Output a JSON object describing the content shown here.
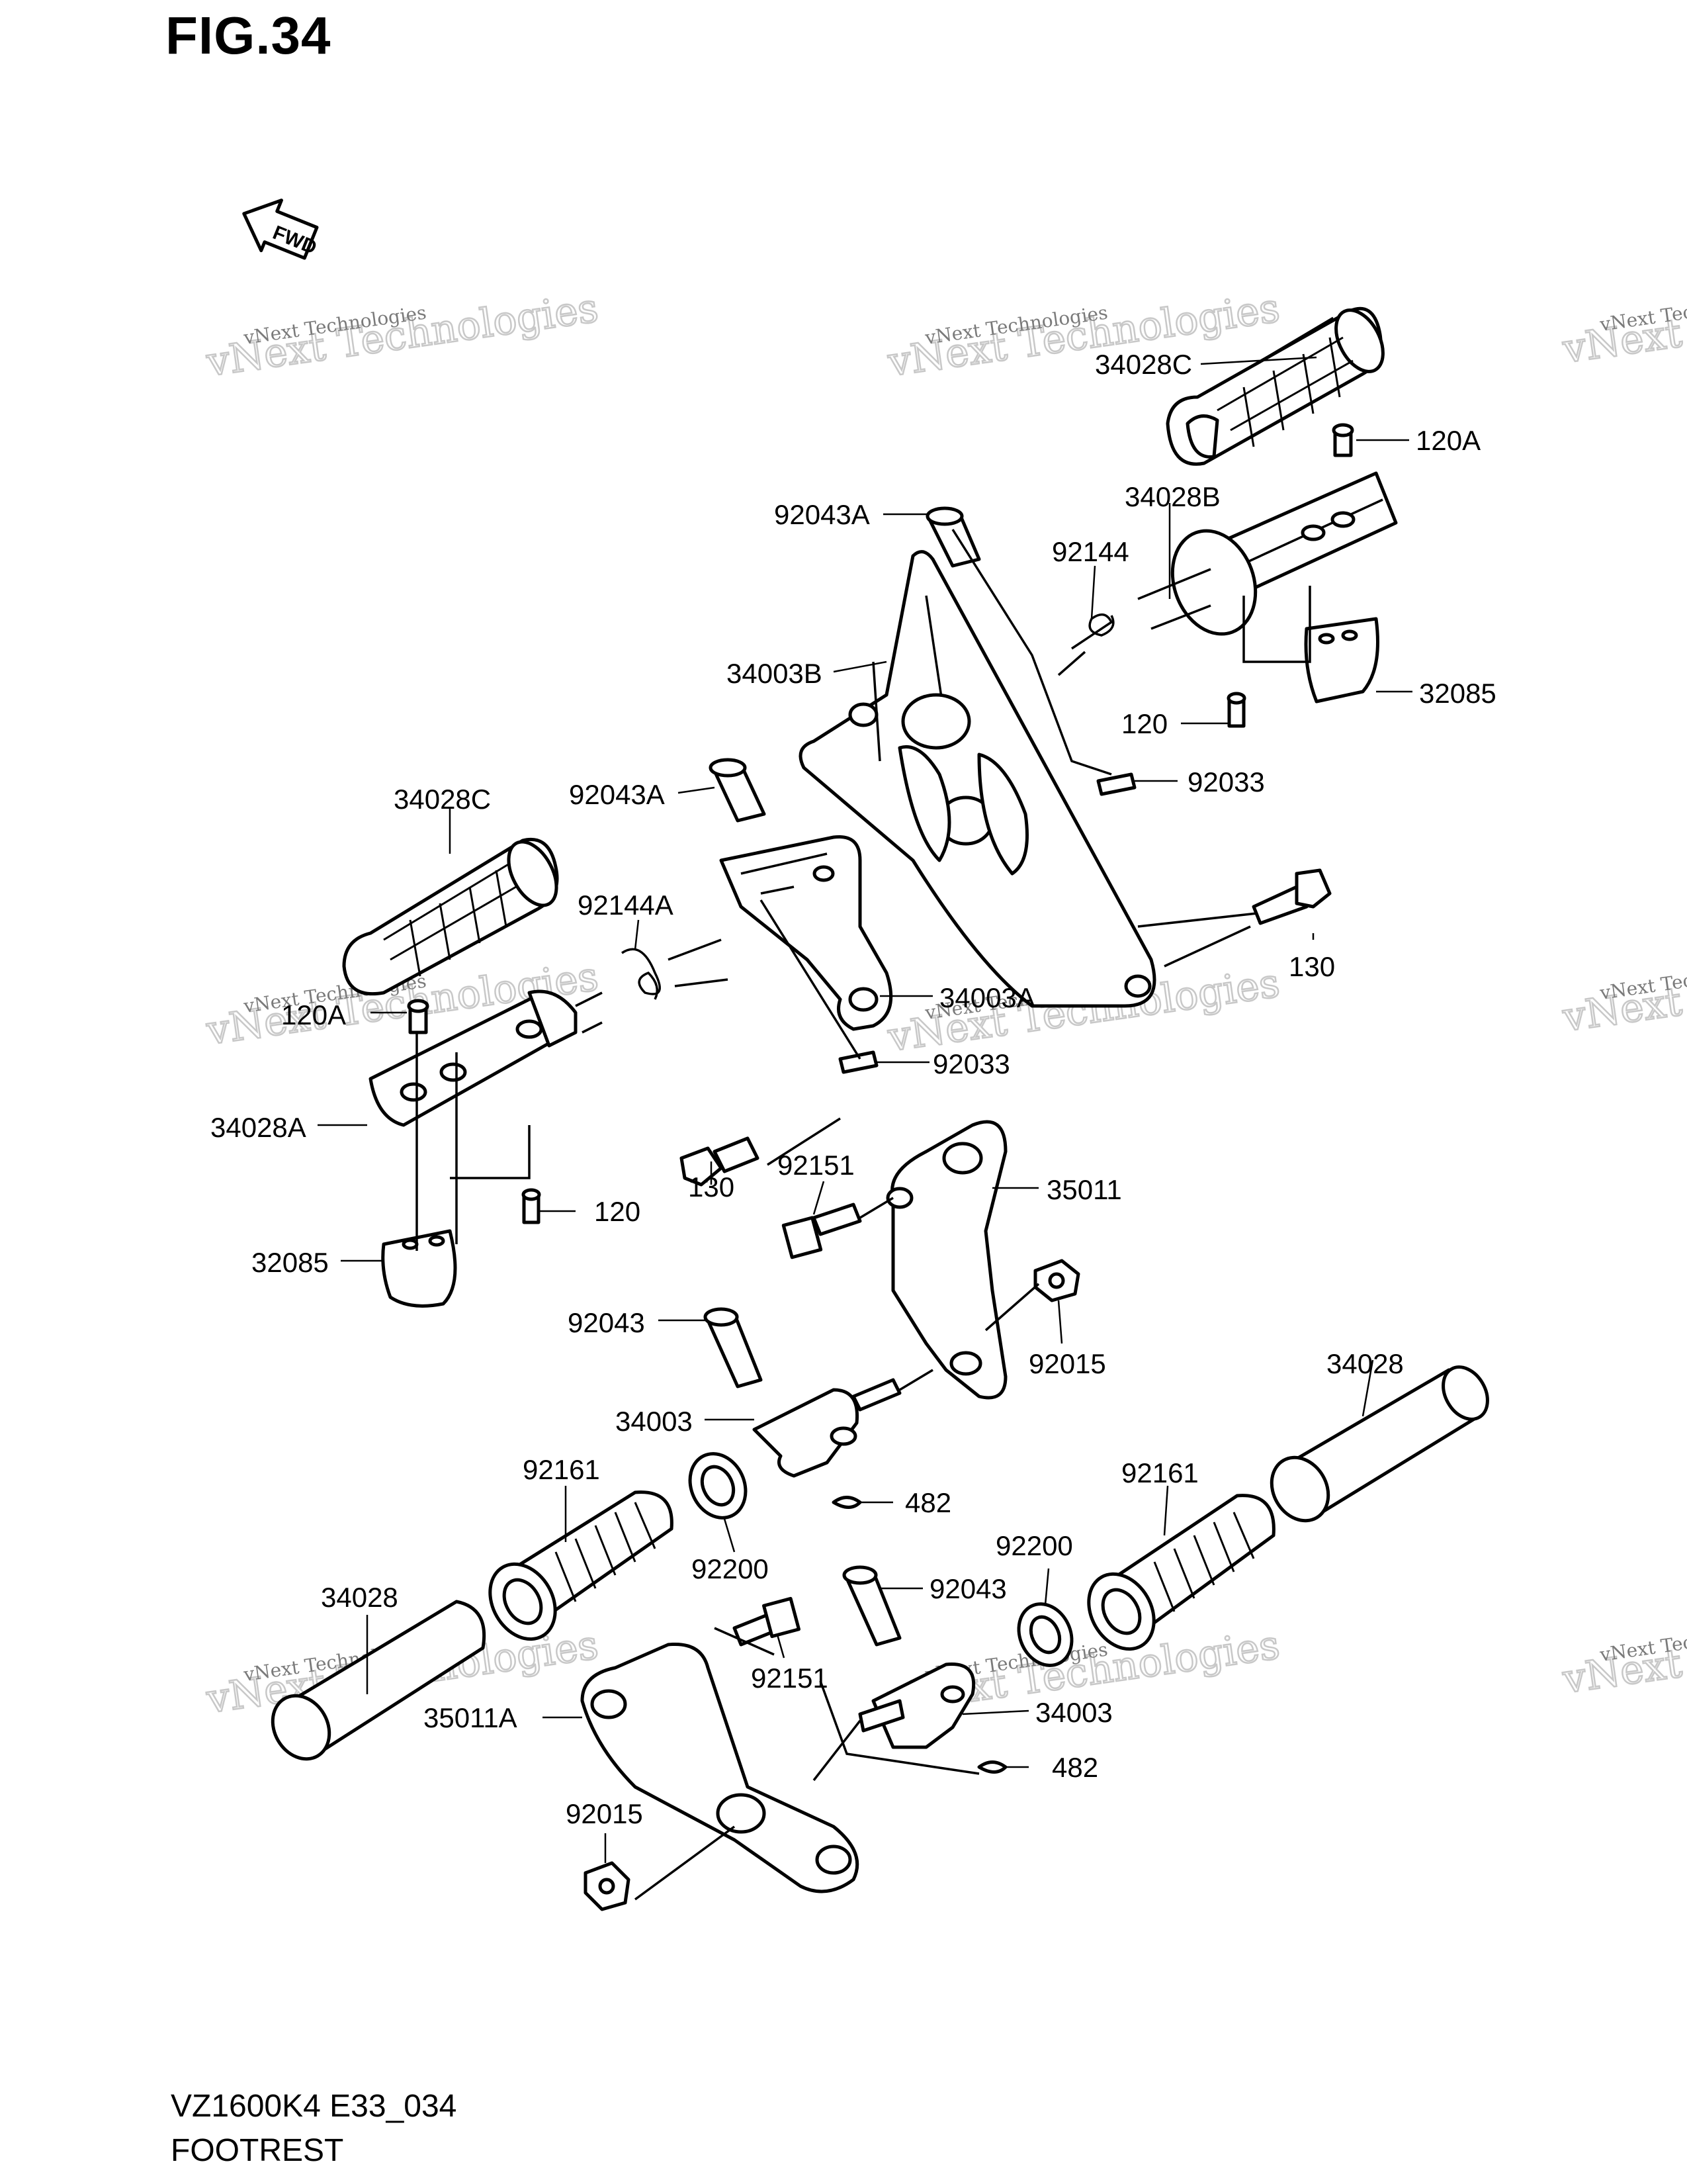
{
  "figure": {
    "title": "FIG.34",
    "model_code": "VZ1600K4 E33_034",
    "section_name": "FOOTREST",
    "fwd_label": "FWD"
  },
  "watermark": {
    "line1": "vNext Technologies",
    "line2": "vNext Technologies"
  },
  "parts": {
    "p34028C_top": "34028C",
    "p120A_top": "120A",
    "p34028B": "34028B",
    "p92043A_top": "92043A",
    "p92144": "92144",
    "p34003B": "34003B",
    "p32085_top": "32085",
    "p120_top": "120",
    "p92033_top": "92033",
    "p34028C_left": "34028C",
    "p92043A_mid": "92043A",
    "p92144A": "92144A",
    "p130_right": "130",
    "p120A_left": "120A",
    "p34003A": "34003A",
    "p92033_mid": "92033",
    "p34028A": "34028A",
    "p130_left": "130",
    "p92151_top": "92151",
    "p35011": "35011",
    "p120_left": "120",
    "p32085_left": "32085",
    "p92043_left": "92043",
    "p92015_right": "92015",
    "p34028_right": "34028",
    "p34003_left": "34003",
    "p482_top": "482",
    "p92161_left": "92161",
    "p92161_right": "92161",
    "p92200_left": "92200",
    "p92200_right": "92200",
    "p34028_left": "34028",
    "p92043_mid": "92043",
    "p92151_bottom": "92151",
    "p35011A": "35011A",
    "p34003_right": "34003",
    "p482_bottom": "482",
    "p92015_left": "92015"
  }
}
